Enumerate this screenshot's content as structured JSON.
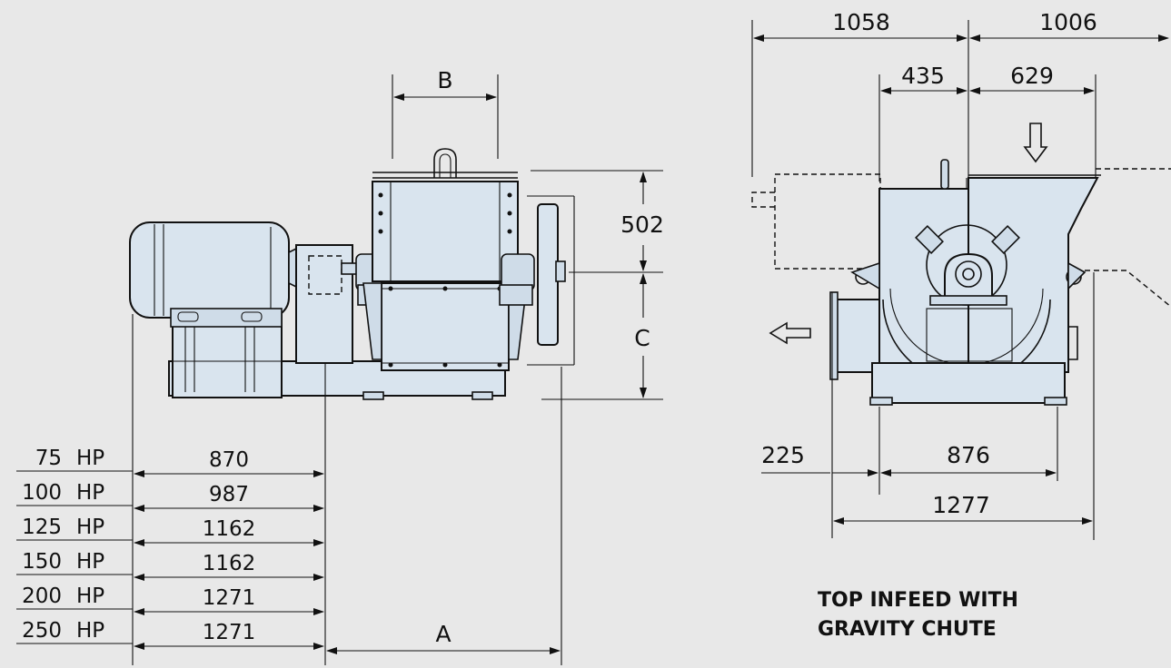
{
  "left_view": {
    "labels": {
      "b": "B",
      "c": "C",
      "a": "A",
      "height_top": "502"
    },
    "motor_table": [
      {
        "hp": "75",
        "unit": "HP",
        "value": "870"
      },
      {
        "hp": "100",
        "unit": "HP",
        "value": "987"
      },
      {
        "hp": "125",
        "unit": "HP",
        "value": "1162"
      },
      {
        "hp": "150",
        "unit": "HP",
        "value": "1162"
      },
      {
        "hp": "200",
        "unit": "HP",
        "value": "1271"
      },
      {
        "hp": "250",
        "unit": "HP",
        "value": "1271"
      }
    ]
  },
  "right_view": {
    "dims": {
      "overall_left": "1058",
      "overall_right": "1006",
      "inner_left": "435",
      "inner_right": "629",
      "offset": "225",
      "base_width": "876",
      "total_width": "1277"
    },
    "caption_line1": "TOP INFEED WITH",
    "caption_line2": "GRAVITY CHUTE"
  }
}
